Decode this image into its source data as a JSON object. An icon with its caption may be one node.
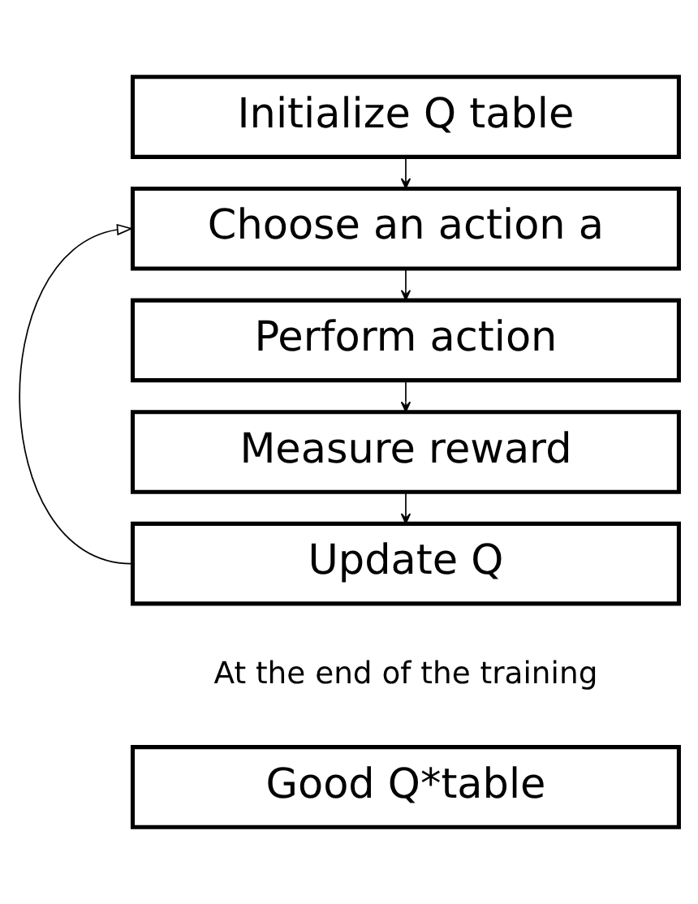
{
  "diagram": {
    "nodes": [
      {
        "text": [
          "Initialize Q table"
        ]
      },
      {
        "text": [
          "Choose an action a"
        ]
      },
      {
        "text": [
          "Perform action"
        ]
      },
      {
        "text": [
          "Measure reward"
        ]
      },
      {
        "text": [
          "Update Q"
        ]
      },
      {
        "text": [
          "Good Q*table"
        ]
      }
    ],
    "edges": [
      {
        "from": 0,
        "to": 1,
        "arrow": "to"
      },
      {
        "from": 1,
        "to": 2,
        "arrow": "to"
      },
      {
        "from": 2,
        "to": 3,
        "arrow": "to"
      },
      {
        "from": 3,
        "to": 4,
        "arrow": "to"
      },
      {
        "from": 4,
        "to": 1,
        "arrow": "to"
      }
    ],
    "labels": [
      "At the end of the training"
    ]
  }
}
